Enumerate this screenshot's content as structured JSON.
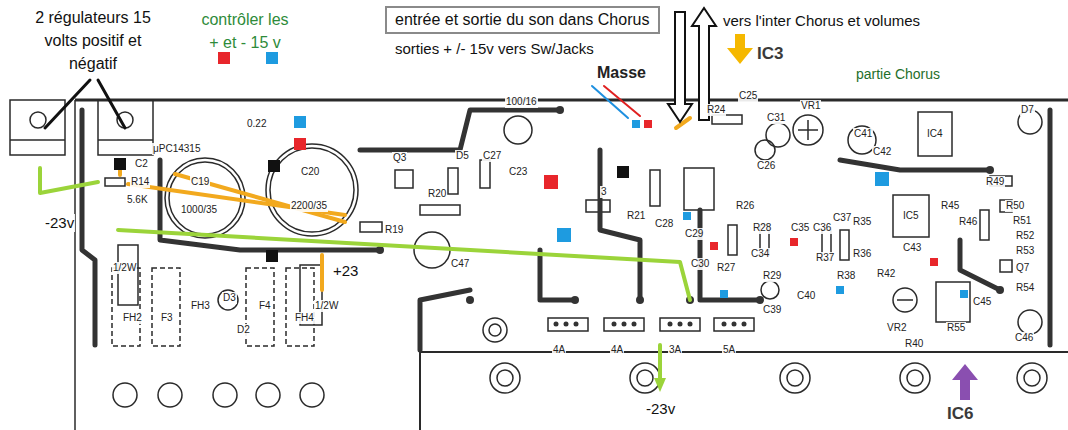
{
  "diagram": {
    "nodes": [
      {
        "text": [
          "entrée et sortie du son dans Chorus"
        ]
      }
    ],
    "labels": [
      "2 régulateurs 15 volts positif et négatif",
      "contrôler les + et - 15 v",
      "sorties + /- 15v vers Sw/Jacks",
      "Masse",
      "vers l'inter Chorus et volumes",
      "IC3",
      "partie Chorus",
      "-23v",
      "+23",
      "-23v",
      "IC6",
      "μPC14315",
      "C2",
      "R14",
      "5.6K",
      "C19",
      "1000/35",
      "C20",
      "2200/35",
      "0.22",
      "Q3",
      "D5",
      "R20",
      "R19",
      "C47",
      "100/16",
      "C23",
      "C27",
      "3",
      "R21",
      "R24",
      "C25",
      "C31",
      "VR1",
      "C41",
      "IC4",
      "C26",
      "C28",
      "C29",
      "C30",
      "R27",
      "R26",
      "R28",
      "C34",
      "C35",
      "C36",
      "C37",
      "R35",
      "R36",
      "C42",
      "IC5",
      "C43",
      "R45",
      "R46",
      "R49",
      "R50",
      "R51",
      "R52",
      "R53",
      "Q7",
      "R54",
      "C45",
      "C46",
      "R55",
      "VR2",
      "R40",
      "R38",
      "R42",
      "R37",
      "C40",
      "R29",
      "C39",
      "D7",
      "FH2",
      "F3",
      "FH3",
      "D3",
      "D2",
      "F4",
      "FH4",
      "1/2W",
      "1/2W",
      "4A",
      "4A",
      "3A",
      "5A"
    ]
  }
}
